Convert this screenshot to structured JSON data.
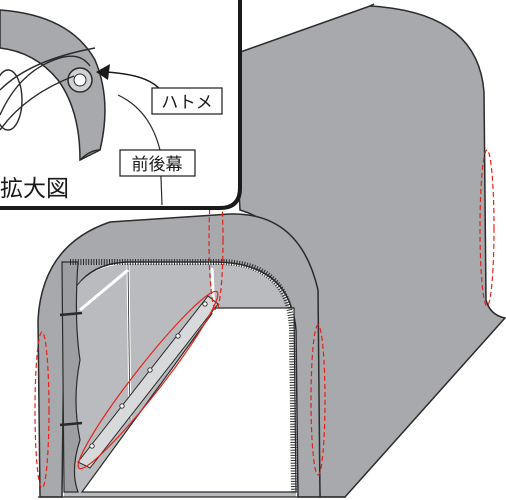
{
  "diagram": {
    "labels": {
      "grommet": "ハトメ",
      "front_back_curtain": "前後幕",
      "enlarged_view": "拡大図"
    },
    "colors": {
      "cover": "#a7a9ac",
      "cover_dark": "#8f9194",
      "outline": "#2b2b2b",
      "highlight": "#e2231a",
      "frame": "#ffffff"
    }
  }
}
